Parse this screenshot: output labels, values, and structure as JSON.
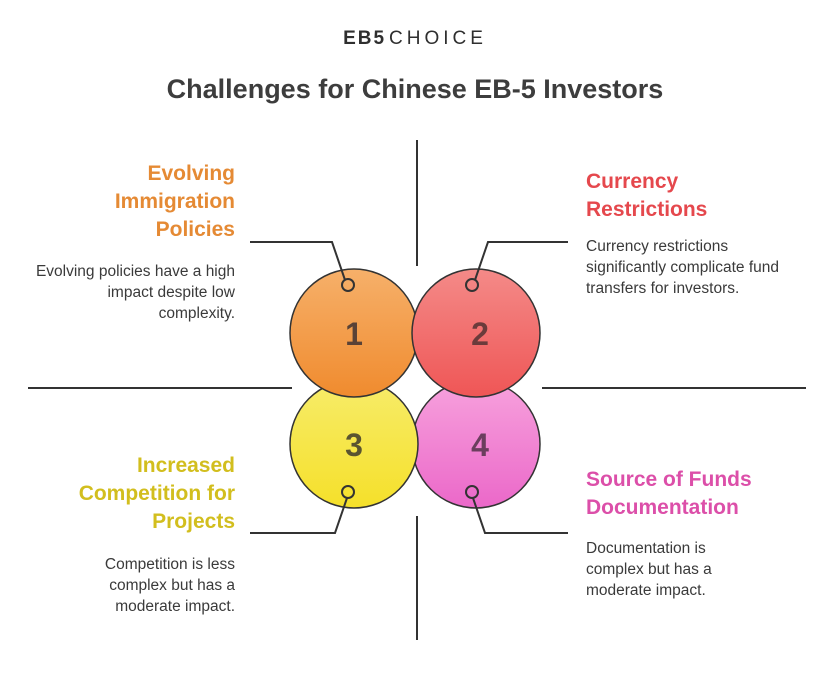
{
  "logo": {
    "brand": "EB5",
    "sub": "CHOICE"
  },
  "title": "Challenges for Chinese EB-5 Investors",
  "colors": {
    "q1": "#E58A34",
    "q2": "#E5484D",
    "q3": "#D9C423",
    "q4": "#DC4FA9",
    "line": "#333333"
  },
  "quadrants": [
    {
      "number": "1",
      "heading": "Evolving Immigration Policies",
      "description": "Evolving policies have a high impact despite low complexity."
    },
    {
      "number": "2",
      "heading": "Currency Restrictions",
      "description": "Currency restrictions significantly complicate fund transfers for investors."
    },
    {
      "number": "3",
      "heading": "Increased Competition for Projects",
      "description": "Competition is less complex but has a moderate impact."
    },
    {
      "number": "4",
      "heading": "Source of Funds Documentation",
      "description": "Documentation is complex but has a moderate impact."
    }
  ]
}
